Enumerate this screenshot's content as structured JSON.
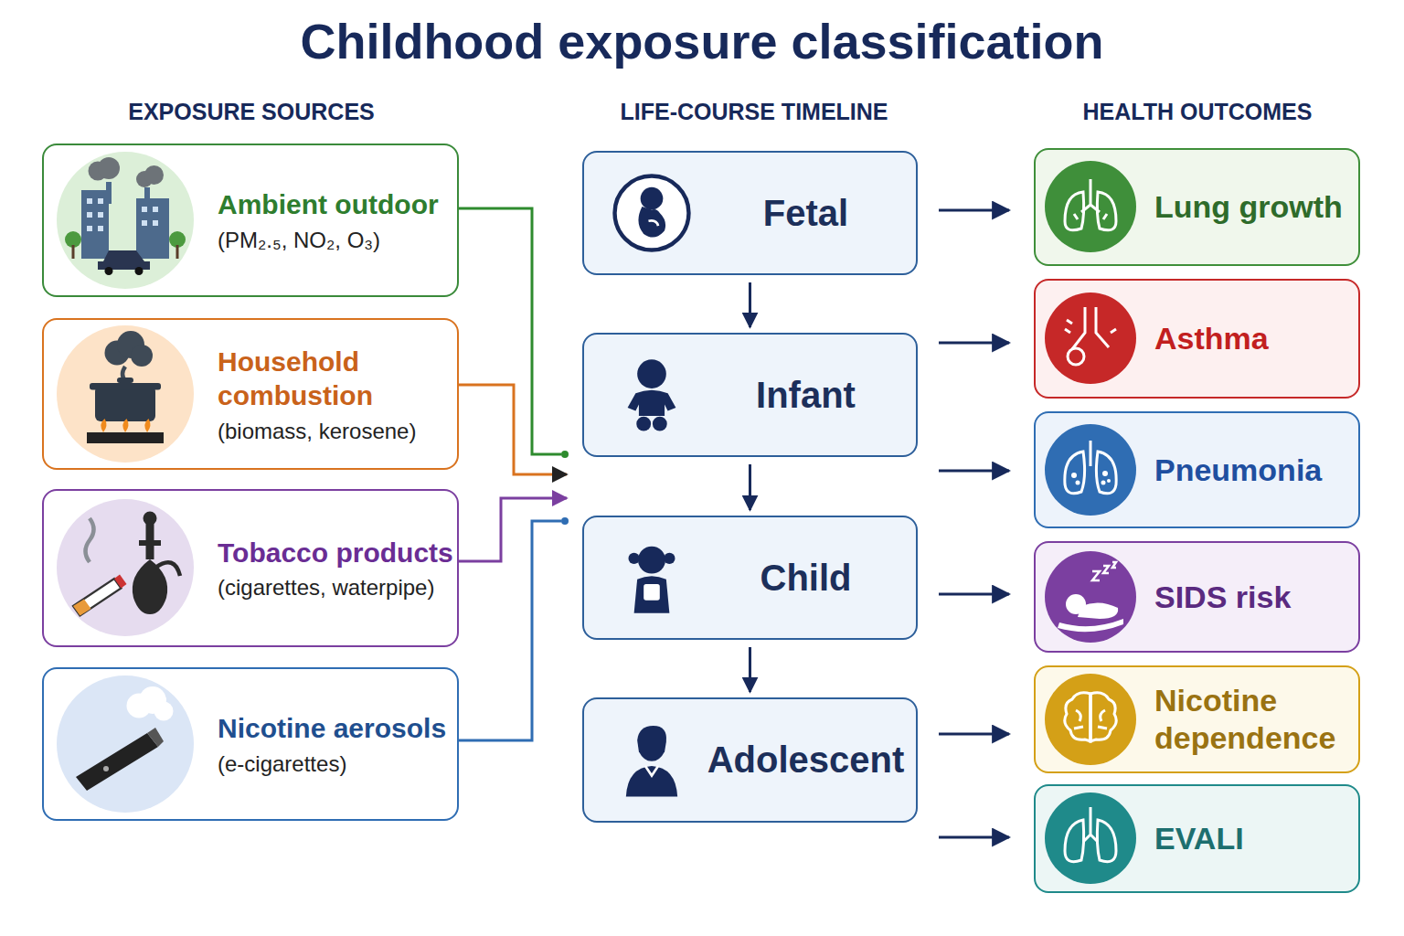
{
  "diagram": {
    "title": "Childhood exposure classification",
    "nodes": [
      {
        "text": [
          "Ambient outdoor",
          "(PM₂.₅, NO₂, O₃)"
        ]
      },
      {
        "text": [
          "Household combustion",
          "(biomass, kerosene)"
        ]
      },
      {
        "text": [
          "Tobacco products",
          "(cigarettes, waterpipe)"
        ]
      },
      {
        "text": [
          "Nicotine aerosols",
          "(e-cigarettes)"
        ]
      },
      {
        "text": [
          "Fetal"
        ]
      },
      {
        "text": [
          "Infant"
        ]
      },
      {
        "text": [
          "Child"
        ]
      },
      {
        "text": [
          "Adolescent"
        ]
      },
      {
        "text": [
          "Lung growth"
        ]
      },
      {
        "text": [
          "Asthma"
        ]
      },
      {
        "text": [
          "Pneumonia"
        ]
      },
      {
        "text": [
          "SIDS risk"
        ]
      },
      {
        "text": [
          "Nicotine dependence"
        ]
      },
      {
        "text": [
          "EVALI"
        ]
      }
    ],
    "edges": [
      {
        "from": 4,
        "to": 5,
        "arrow": "to"
      },
      {
        "from": 5,
        "to": 6,
        "arrow": "to"
      },
      {
        "from": 6,
        "to": 7,
        "arrow": "to"
      }
    ],
    "labels": [
      "EXPOSURE SOURCES",
      "LIFE-COURSE TIMELINE",
      "HEALTH OUTCOMES"
    ]
  }
}
